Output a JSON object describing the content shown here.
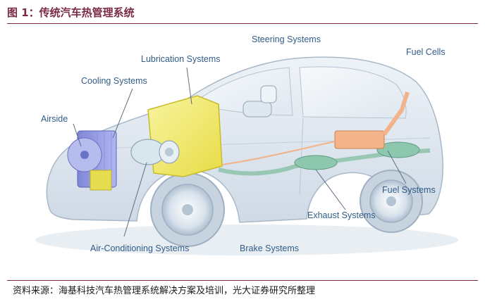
{
  "figure": {
    "title": "图 1：传统汽车热管理系统",
    "source": "资料来源：海基科技汽车热管理系统解决方案及培训，光大证券研究所整理"
  },
  "labels": {
    "steering": "Steering Systems",
    "fuel_cells": "Fuel Cells",
    "lubrication": "Lubrication Systems",
    "cooling": "Cooling Systems",
    "airside": "Airside",
    "fuel_systems": "Fuel Systems",
    "exhaust": "Exhaust Systems",
    "air_conditioning": "Air-Conditioning Systems",
    "brake": "Brake Systems"
  },
  "colors": {
    "title": "#7a2a45",
    "label": "#2f5c88",
    "rule": "#7a2a45"
  }
}
